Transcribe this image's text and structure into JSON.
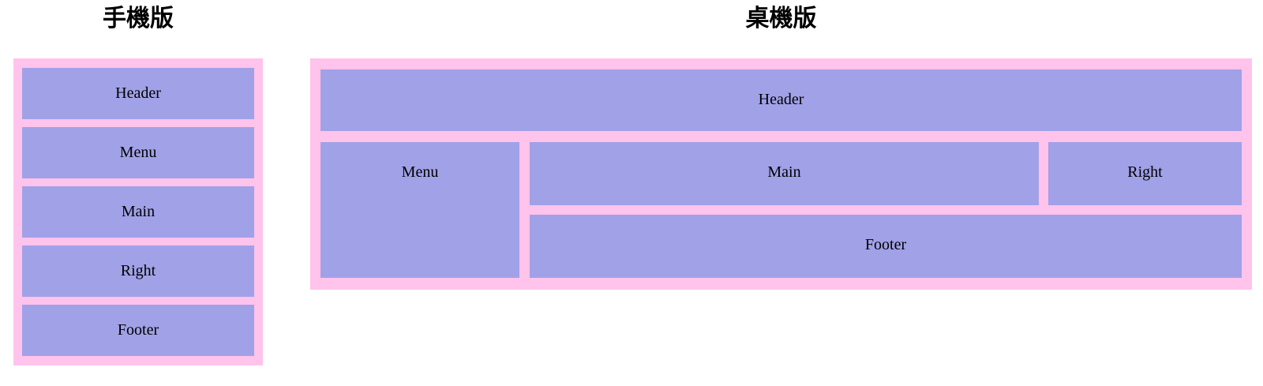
{
  "colors": {
    "pink": "#ffc3ec",
    "purple": "#a1a1e8",
    "text": "#000000",
    "page_bg": "#ffffff"
  },
  "mobile": {
    "title": "手機版",
    "blocks": [
      "Header",
      "Menu",
      "Main",
      "Right",
      "Footer"
    ]
  },
  "desktop": {
    "title": "桌機版",
    "blocks": {
      "header": "Header",
      "menu": "Menu",
      "main": "Main",
      "right": "Right",
      "footer": "Footer"
    }
  }
}
